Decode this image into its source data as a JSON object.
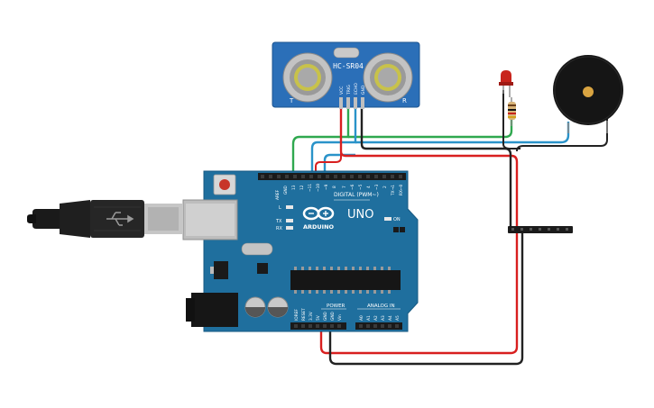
{
  "sensor": {
    "name": "HC-SR04",
    "pins": [
      "VCC",
      "TRIG",
      "ECHO",
      "GND"
    ],
    "left_mark": "T",
    "right_mark": "R"
  },
  "arduino": {
    "model": "UNO",
    "brand": "ARDUINO",
    "digital_header": "DIGITAL (PWM~)",
    "digital_pins": [
      "AREF",
      "GND",
      "13",
      "12",
      "~11",
      "~10",
      "~9",
      "8",
      "7",
      "~6",
      "~5",
      "4",
      "~3",
      "2",
      "TX→1",
      "RX←0"
    ],
    "power_label": "POWER",
    "power_pins": [
      "IOREF",
      "RESET",
      "3.3V",
      "5V",
      "GND",
      "GND",
      "Vin"
    ],
    "analog_label": "ANALOG IN",
    "analog_pins": [
      "A0",
      "A1",
      "A2",
      "A3",
      "A4",
      "A5"
    ],
    "leds": [
      "L",
      "TX",
      "RX"
    ],
    "on_label": "ON"
  },
  "colors": {
    "board": "#1f6f9e",
    "board_dark": "#175a83",
    "sensor": "#2b6fb8",
    "wire_red": "#d81f1f",
    "wire_black": "#222222",
    "wire_green": "#2fa84f",
    "wire_blue": "#2a93c9",
    "led": "#c8241c",
    "buzzer": "#151515",
    "buzzer_center": "#d9a441"
  }
}
